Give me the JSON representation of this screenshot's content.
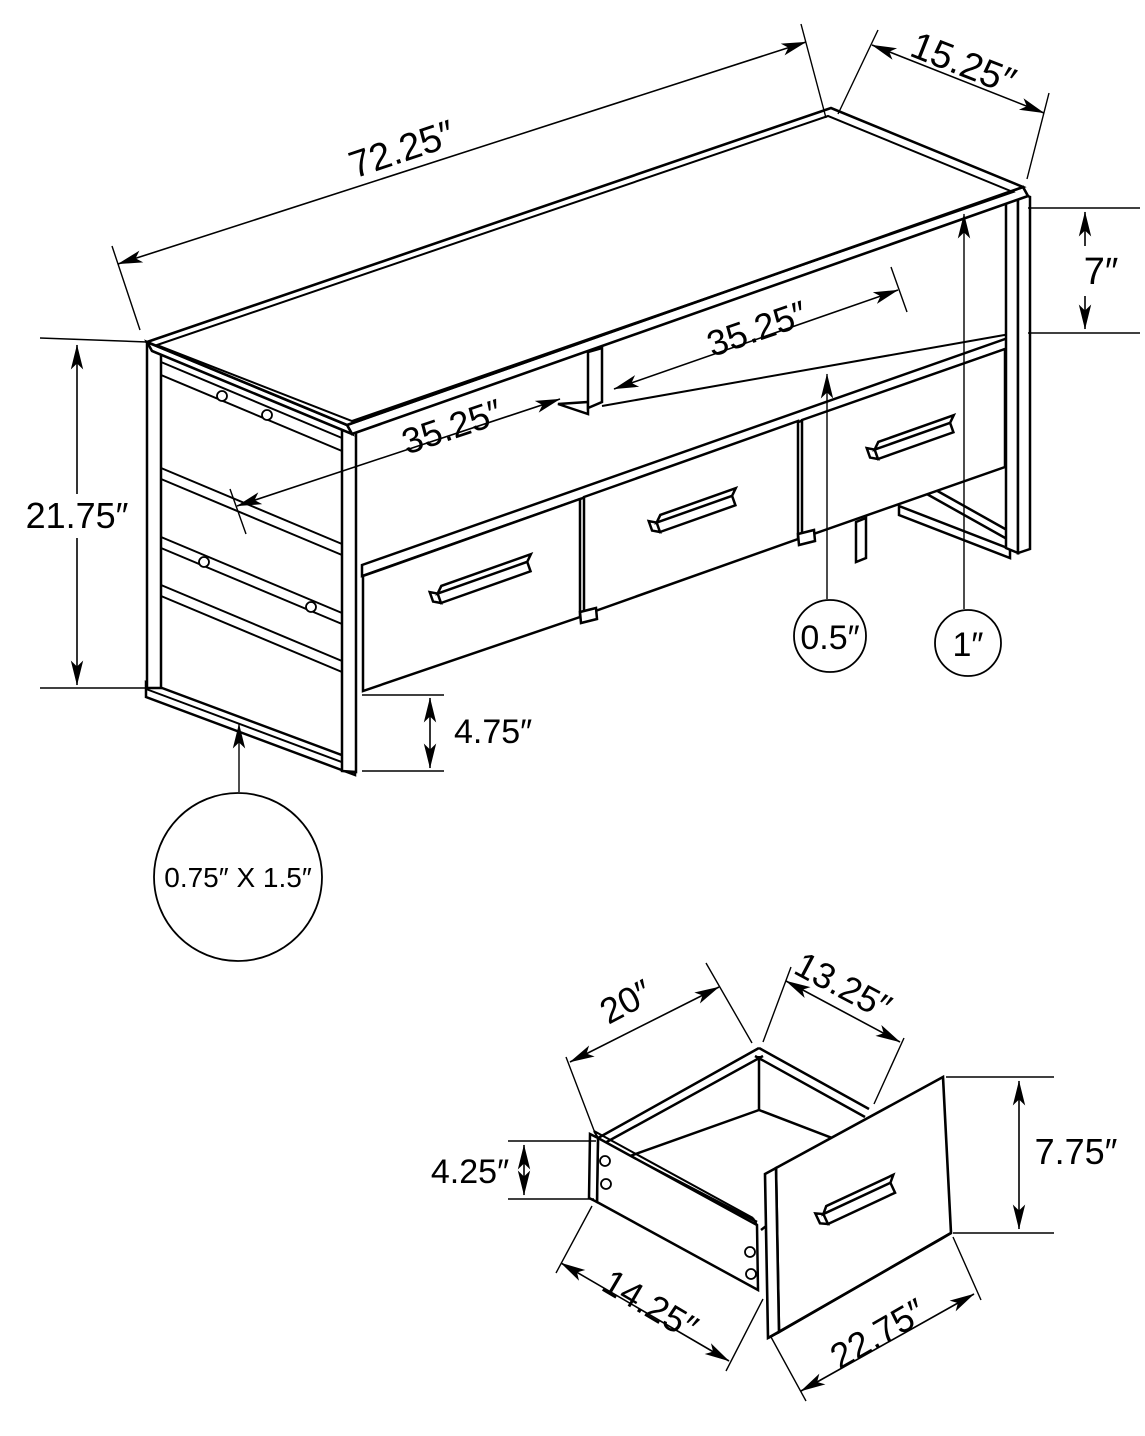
{
  "diagram": {
    "kind": "furniture dimension line drawing",
    "product": "TV stand with open shelves and 3 drawers, plus exploded drawer detail",
    "background_color": "#ffffff",
    "line_color": "#000000"
  },
  "tv_stand": {
    "width": "72.25″",
    "depth": "15.25″",
    "shelf_opening_height": "7″",
    "total_height": "21.75″",
    "left_opening_width": "35.25″",
    "right_opening_width": "35.25″",
    "shelf_thickness": "0.5″",
    "top_thickness": "1″",
    "bottom_clearance": "4.75″",
    "frame_tube_size": "0.75″ X 1.5″"
  },
  "drawer": {
    "side_depth": "20″",
    "back_inner_width": "13.25″",
    "box_side_height": "4.25″",
    "front_panel_height": "7.75″",
    "bottom_depth": "14.25″",
    "front_panel_width": "22.75″"
  }
}
